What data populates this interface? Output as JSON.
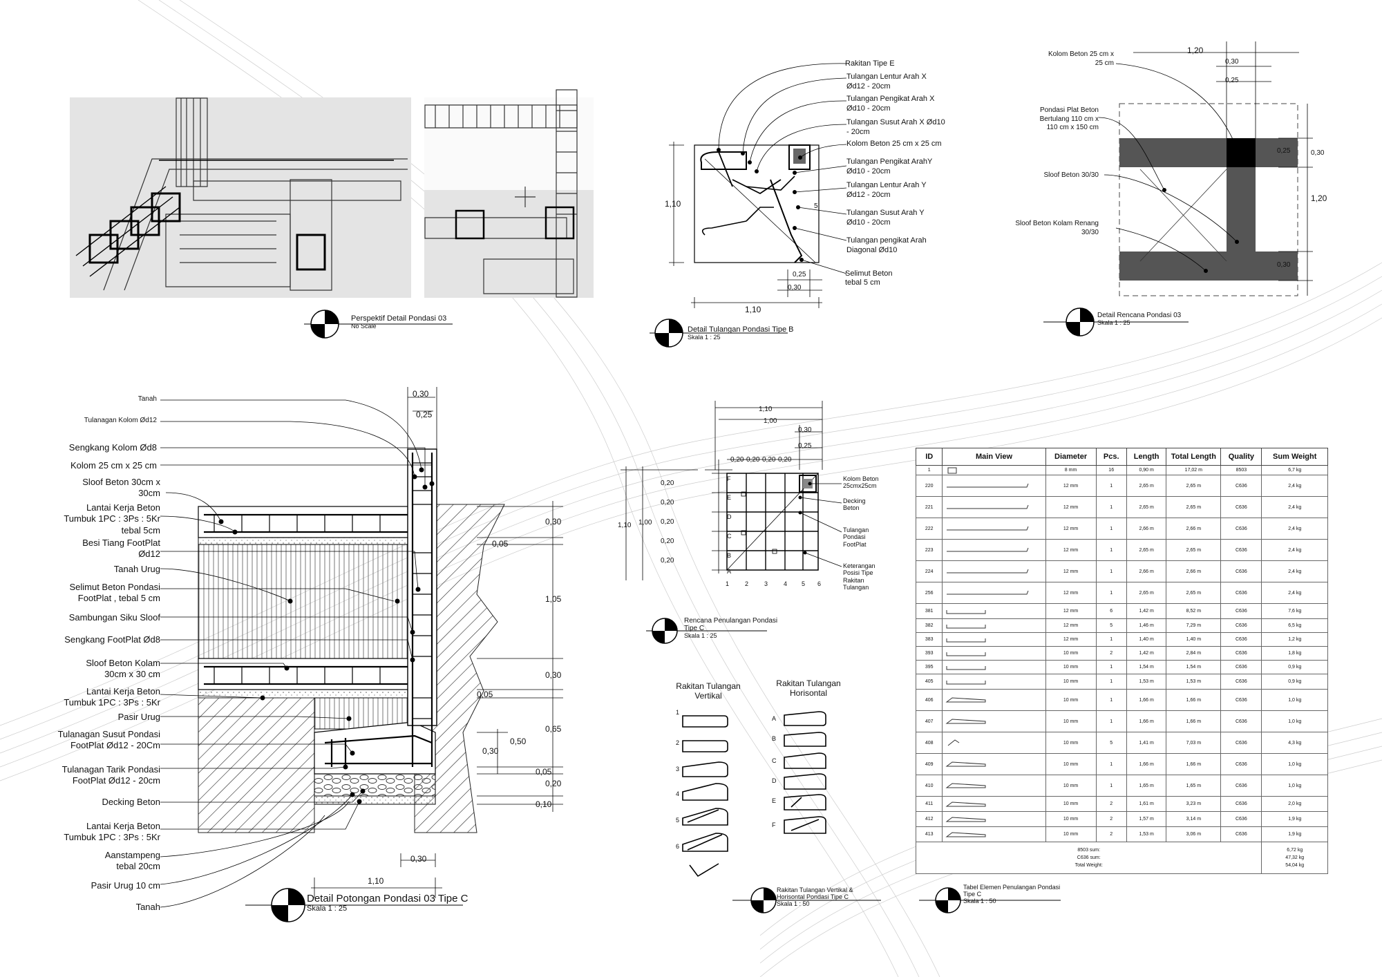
{
  "perspective": {
    "title": "Perspektif Detail Pondasi 03",
    "scale": "No Scale"
  },
  "tipe_b": {
    "title": "Detail Tulangan Pondasi Tipe B",
    "scale": "Skala 1 : 25",
    "labels": [
      "Rakitan Tipe E",
      "Tulangan Lentur Arah X",
      "Ød12 - 20cm",
      "Tulangan Pengikat Arah X",
      "Ød10 - 20cm",
      "Tulangan Susut Arah X Ød10",
      "- 20cm",
      "Kolom Beton 25 cm x 25 cm",
      "Tulangan Pengikat ArahY",
      "Ød10 - 20cm",
      "Tulangan Lentur Arah Y",
      "Ød12 - 20cm",
      "Tulangan Susut Arah Y",
      "Ød10 - 20cm",
      "Tulangan pengikat Arah",
      "Diagonal Ød10",
      "Selimut Beton",
      "tebal 5 cm"
    ],
    "dims": {
      "h": "1,10",
      "w": "1,10",
      "d1": "0,25",
      "d2": "0,30",
      "five": "5"
    }
  },
  "rencana": {
    "title": "Detail Rencana Pondasi 03",
    "scale": "Skala 1 : 25",
    "labels": {
      "kolom1": "Kolom Beton 25 cm x",
      "kolom2": "25 cm",
      "plat1": "Pondasi Plat Beton",
      "plat2": "Bertulang 110 cm x",
      "plat3": "110 cm x 150 cm",
      "sloof": "Sloof Beton 30/30",
      "kr1": "Sloof Beton Kolam Renang",
      "kr2": "30/30"
    },
    "dims": {
      "top": "1,20",
      "a": "0,30",
      "b": "0,25",
      "c": "0,25",
      "d": "0,30",
      "e": "1,20",
      "f": "0,30"
    }
  },
  "potongan": {
    "title": "Detail Potongan  Pondasi 03 Tipe C",
    "scale": "Skala 1 : 25",
    "labels": [
      "Tanah",
      "Tulanagan Kolom Ød12",
      "Sengkang Kolom Ød8",
      "Kolom 25 cm x 25 cm",
      "Sloof Beton 30cm x",
      "30cm",
      "Lantai Kerja Beton",
      "Tumbuk 1PC : 3Ps : 5Kr",
      "tebal 5cm",
      "Besi Tiang FootPlat",
      "Ød12",
      "Tanah Urug",
      "Selimut Beton Pondasi",
      "FootPlat , tebal 5 cm",
      "Sambungan Siku Sloof",
      "Sengkang FootPlat Ød8",
      "Sloof Beton Kolam",
      "30cm x 30 cm",
      "Lantai Kerja Beton",
      "Tumbuk 1PC : 3Ps : 5Kr",
      "Pasir Urug",
      "Tulanagan Susut Pondasi",
      "FootPlat Ød12 - 20Cm",
      "Tulanagan Tarik Pondasi",
      "FootPlat Ød12 - 20cm",
      "Decking Beton",
      "Lantai Kerja Beton",
      "Tumbuk 1PC : 3Ps : 5Kr",
      "Aanstampeng",
      "tebal 20cm",
      "Pasir Urug 10 cm",
      "Tanah"
    ],
    "dims": {
      "t1": "0,30",
      "t2": "0,25",
      "r1": "0,30",
      "r2": "0,05",
      "r3": "1,05",
      "r4": "0,30",
      "r5": "0,05",
      "r6": "0,65",
      "r7": "0,50",
      "r8": "0,30",
      "r9": "0,05",
      "r10": "0,20",
      "r11": "0,10",
      "b1": "0,30",
      "b2": "1,10"
    }
  },
  "tipe_c": {
    "title": "Rencana Penulangan Pondasi",
    "title2": "Tipe C",
    "scale": "Skala 1 : 25",
    "labels": [
      "Kolom Beton",
      "25cmx25cm",
      "Decking",
      "Beton",
      "Tulangan",
      "Pondasi",
      "FootPlat",
      "Keterangan",
      "Posisi Tipe",
      "Rakitan",
      "Tulangan"
    ],
    "rows": [
      "F",
      "E",
      "D",
      "C",
      "B",
      "A"
    ],
    "cols": [
      "1",
      "2",
      "3",
      "4",
      "5",
      "6"
    ],
    "dims": {
      "w1": "1,10",
      "w2": "1,00",
      "a": "0,30",
      "b": "0,25",
      "h1": "1,10",
      "h2": "1,00",
      "sp": "0,20"
    }
  },
  "rakitan": {
    "vert_title1": "Rakitan Tulangan",
    "vert_title2": "Vertikal",
    "hor_title1": "Rakitan Tulangan",
    "hor_title2": "Horisontal",
    "vert_ids": [
      "1",
      "2",
      "3",
      "4",
      "5",
      "6"
    ],
    "hor_ids": [
      "A",
      "B",
      "C",
      "D",
      "E",
      "F"
    ],
    "title1": "Rakitan Tulangan Vertikal &",
    "title2": "Horisontal Pondasi Tipe C",
    "scale": "Skala 1 : 50"
  },
  "tabel": {
    "title1": "Tabel Elemen  Penulangan Pondasi",
    "title2": "Tipe C",
    "scale": "Skala 1 : 50",
    "headers": [
      "ID",
      "Main View",
      "Diameter",
      "Pcs.",
      "Length",
      "Total Length",
      "Quality",
      "Sum Weight"
    ],
    "rows": [
      [
        "1",
        "8 mm",
        "16",
        "0,90 m",
        "17,02 m",
        "8503",
        "6,7 kg"
      ],
      [
        "220",
        "12 mm",
        "1",
        "2,65 m",
        "2,65 m",
        "C636",
        "2,4 kg"
      ],
      [
        "221",
        "12 mm",
        "1",
        "2,65 m",
        "2,65 m",
        "C636",
        "2,4 kg"
      ],
      [
        "222",
        "12 mm",
        "1",
        "2,66 m",
        "2,66 m",
        "C636",
        "2,4 kg"
      ],
      [
        "223",
        "12 mm",
        "1",
        "2,65 m",
        "2,65 m",
        "C636",
        "2,4 kg"
      ],
      [
        "224",
        "12 mm",
        "1",
        "2,66 m",
        "2,66 m",
        "C636",
        "2,4 kg"
      ],
      [
        "256",
        "12 mm",
        "1",
        "2,65 m",
        "2,65 m",
        "C636",
        "2,4 kg"
      ],
      [
        "381",
        "12 mm",
        "6",
        "1,42 m",
        "8,52 m",
        "C636",
        "7,6 kg"
      ],
      [
        "382",
        "12 mm",
        "5",
        "1,46 m",
        "7,29 m",
        "C636",
        "6,5 kg"
      ],
      [
        "383",
        "12 mm",
        "1",
        "1,40 m",
        "1,40 m",
        "C636",
        "1,2 kg"
      ],
      [
        "393",
        "10 mm",
        "2",
        "1,42 m",
        "2,84 m",
        "C636",
        "1,8 kg"
      ],
      [
        "395",
        "10 mm",
        "1",
        "1,54 m",
        "1,54 m",
        "C636",
        "0,9 kg"
      ],
      [
        "405",
        "10 mm",
        "1",
        "1,53 m",
        "1,53 m",
        "C636",
        "0,9 kg"
      ],
      [
        "406",
        "10 mm",
        "1",
        "1,66 m",
        "1,66 m",
        "C636",
        "1,0 kg"
      ],
      [
        "407",
        "10 mm",
        "1",
        "1,66 m",
        "1,66 m",
        "C636",
        "1,0 kg"
      ],
      [
        "408",
        "10 mm",
        "5",
        "1,41 m",
        "7,03 m",
        "C636",
        "4,3 kg"
      ],
      [
        "409",
        "10 mm",
        "1",
        "1,66 m",
        "1,66 m",
        "C636",
        "1,0 kg"
      ],
      [
        "410",
        "10 mm",
        "1",
        "1,65 m",
        "1,65 m",
        "C636",
        "1,0 kg"
      ],
      [
        "411",
        "10 mm",
        "2",
        "1,61 m",
        "3,23 m",
        "C636",
        "2,0 kg"
      ],
      [
        "412",
        "10 mm",
        "2",
        "1,57 m",
        "3,14 m",
        "C636",
        "1,9 kg"
      ],
      [
        "413",
        "10 mm",
        "2",
        "1,53 m",
        "3,06 m",
        "C636",
        "1,9 kg"
      ]
    ],
    "summary": [
      {
        "label": "8503 sum:",
        "value": "6,72 kg"
      },
      {
        "label": "C636 sum:",
        "value": "47,32 kg"
      },
      {
        "label": "Total Weight:",
        "value": "54,04 kg"
      }
    ]
  }
}
